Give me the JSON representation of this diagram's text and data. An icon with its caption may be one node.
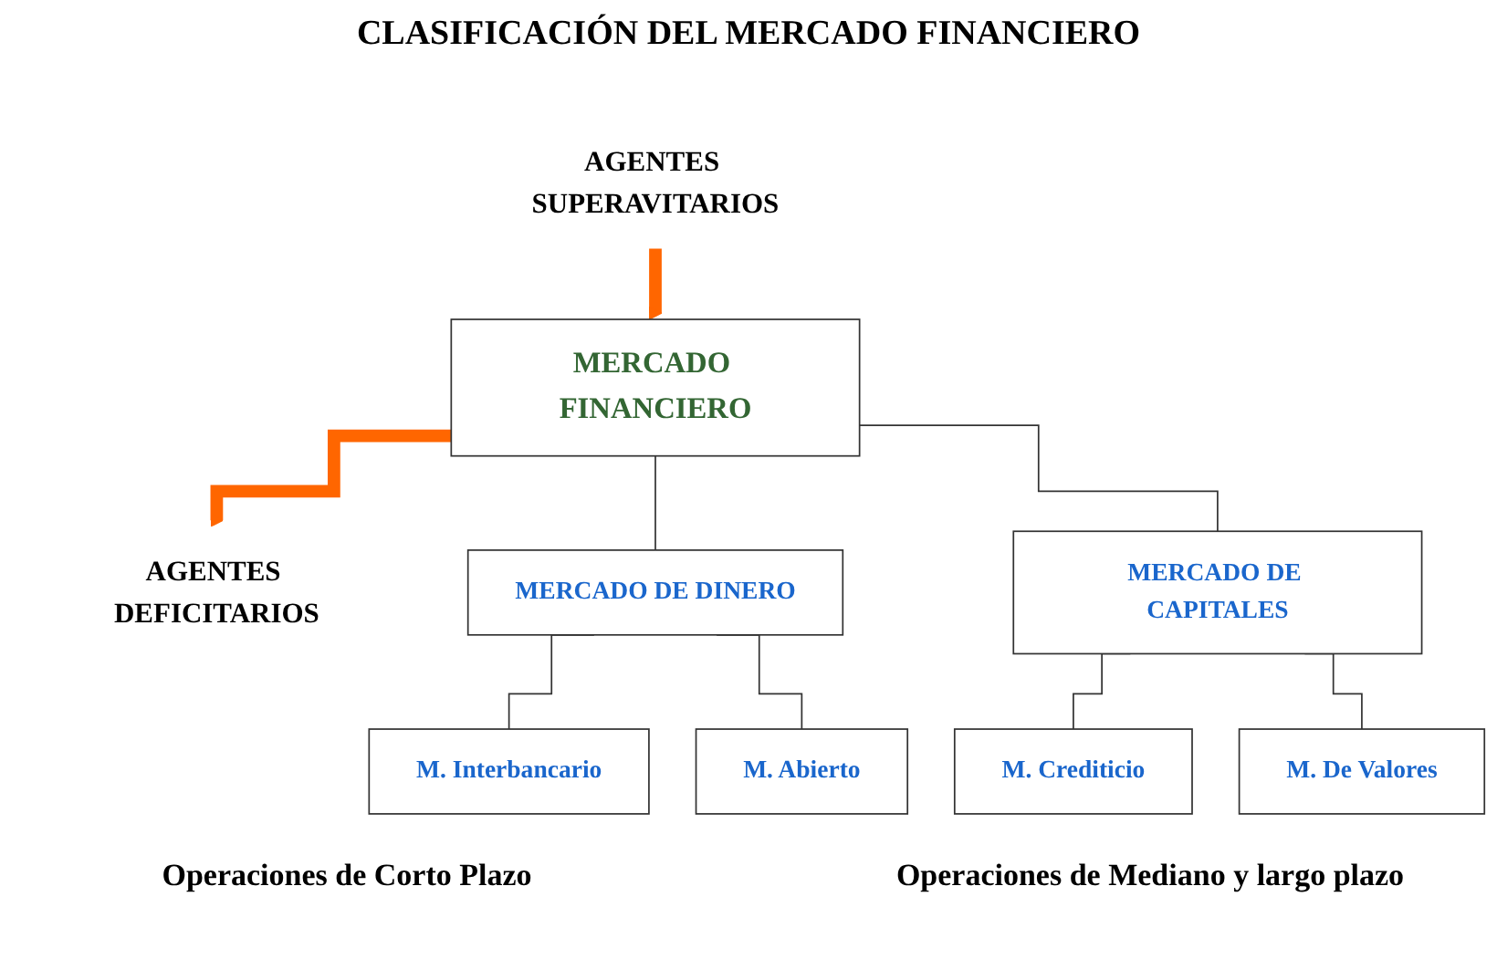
{
  "diagram": {
    "title": "CLASIFICACIÓN DEL MERCADO FINANCIERO",
    "nodes": [
      {
        "text": [
          "AGENTES SUPERAVITARIOS"
        ]
      },
      {
        "text": [
          "AGENTES DEFICITARIOS"
        ]
      },
      {
        "text": [
          "MERCADO FINANCIERO"
        ]
      },
      {
        "text": [
          "MERCADO DE DINERO"
        ]
      },
      {
        "text": [
          "MERCADO DE CAPITALES"
        ]
      },
      {
        "text": [
          "M. Interbancario"
        ]
      },
      {
        "text": [
          "M. Abierto"
        ]
      },
      {
        "text": [
          "M. Crediticio"
        ]
      },
      {
        "text": [
          "M. De Valores"
        ]
      }
    ],
    "edges": [
      {
        "from": 0,
        "to": 2,
        "arrow": "to",
        "style": "thick",
        "color": "#ff6600"
      },
      {
        "from": 2,
        "to": 1,
        "arrow": "to",
        "style": "thick",
        "color": "#ff6600"
      },
      {
        "from": 2,
        "to": 3,
        "arrow": "none"
      },
      {
        "from": 2,
        "to": 4,
        "arrow": "none"
      },
      {
        "from": 3,
        "to": 5,
        "arrow": "none"
      },
      {
        "from": 3,
        "to": 6,
        "arrow": "none"
      },
      {
        "from": 4,
        "to": 7,
        "arrow": "none"
      },
      {
        "from": 4,
        "to": 8,
        "arrow": "none"
      }
    ],
    "labels": [
      "Operaciones de Corto Plazo",
      "Operaciones de Mediano y largo plazo"
    ]
  }
}
